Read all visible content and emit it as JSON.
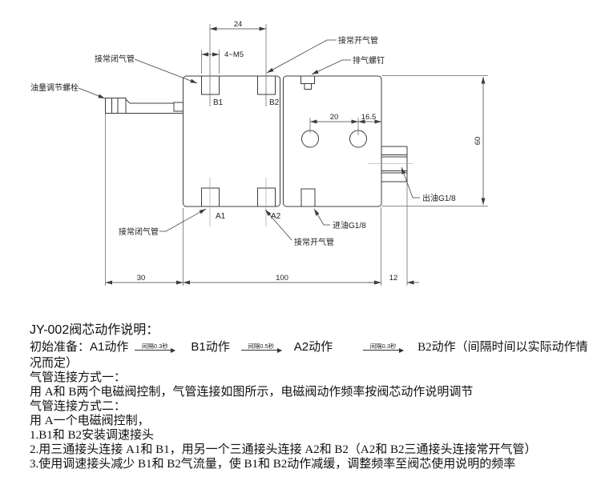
{
  "drawing": {
    "labels": {
      "oil_adjust": "油量调节螺栓",
      "nc_pipe_top": "接常闭气管",
      "no_pipe_top": "接常开气管",
      "exhaust_screw": "排气螺钉",
      "nc_pipe_bottom": "接常闭气管",
      "no_pipe_bottom": "接常开气管",
      "inlet": "进油G1/8",
      "outlet": "出油G1/8",
      "port_b1": "B1",
      "port_b2": "B2",
      "port_a1": "A1",
      "port_a2": "A2"
    },
    "dims": {
      "top_span": "24",
      "thread": "4~M5",
      "hole_span": "20",
      "edge_offset": "16.5",
      "height": "60",
      "left_width": "30",
      "body_width": "100",
      "block_width": "12"
    }
  },
  "notes": {
    "title": "JY-002阀芯动作说明：",
    "prep_prefix": "初始准备：A1动作",
    "interval1": "间隔0.3秒",
    "action_b1": "B1动作",
    "interval2": "间隔0.5秒",
    "action_a2": "A2动作",
    "interval3": "间隔0.3秒",
    "prep_tail": "B2动作（间隔时间以实际动作情",
    "prep_wrap": "况而定）",
    "method1_title": "气管连接方式一：",
    "method1_body": "用 A和 B两个电磁阀控制，气管连接如图所示，电磁阀动作频率按阀芯动作说明调节",
    "method2_title": "气管连接方式二：",
    "method2_body": "用 A一个电磁阀控制，",
    "step1": "1.B1和 B2安装调速接头",
    "step2": "2.用三通接头连接 A1和 B1，用另一个三通接头连接 A2和 B2（A2和 B2三通接头连接常开气管）",
    "step3": "3.使用调速接头减少 B1和 B2气流量，使 B1和 B2动作减缓，调整频率至阀芯使用说明的频率"
  }
}
